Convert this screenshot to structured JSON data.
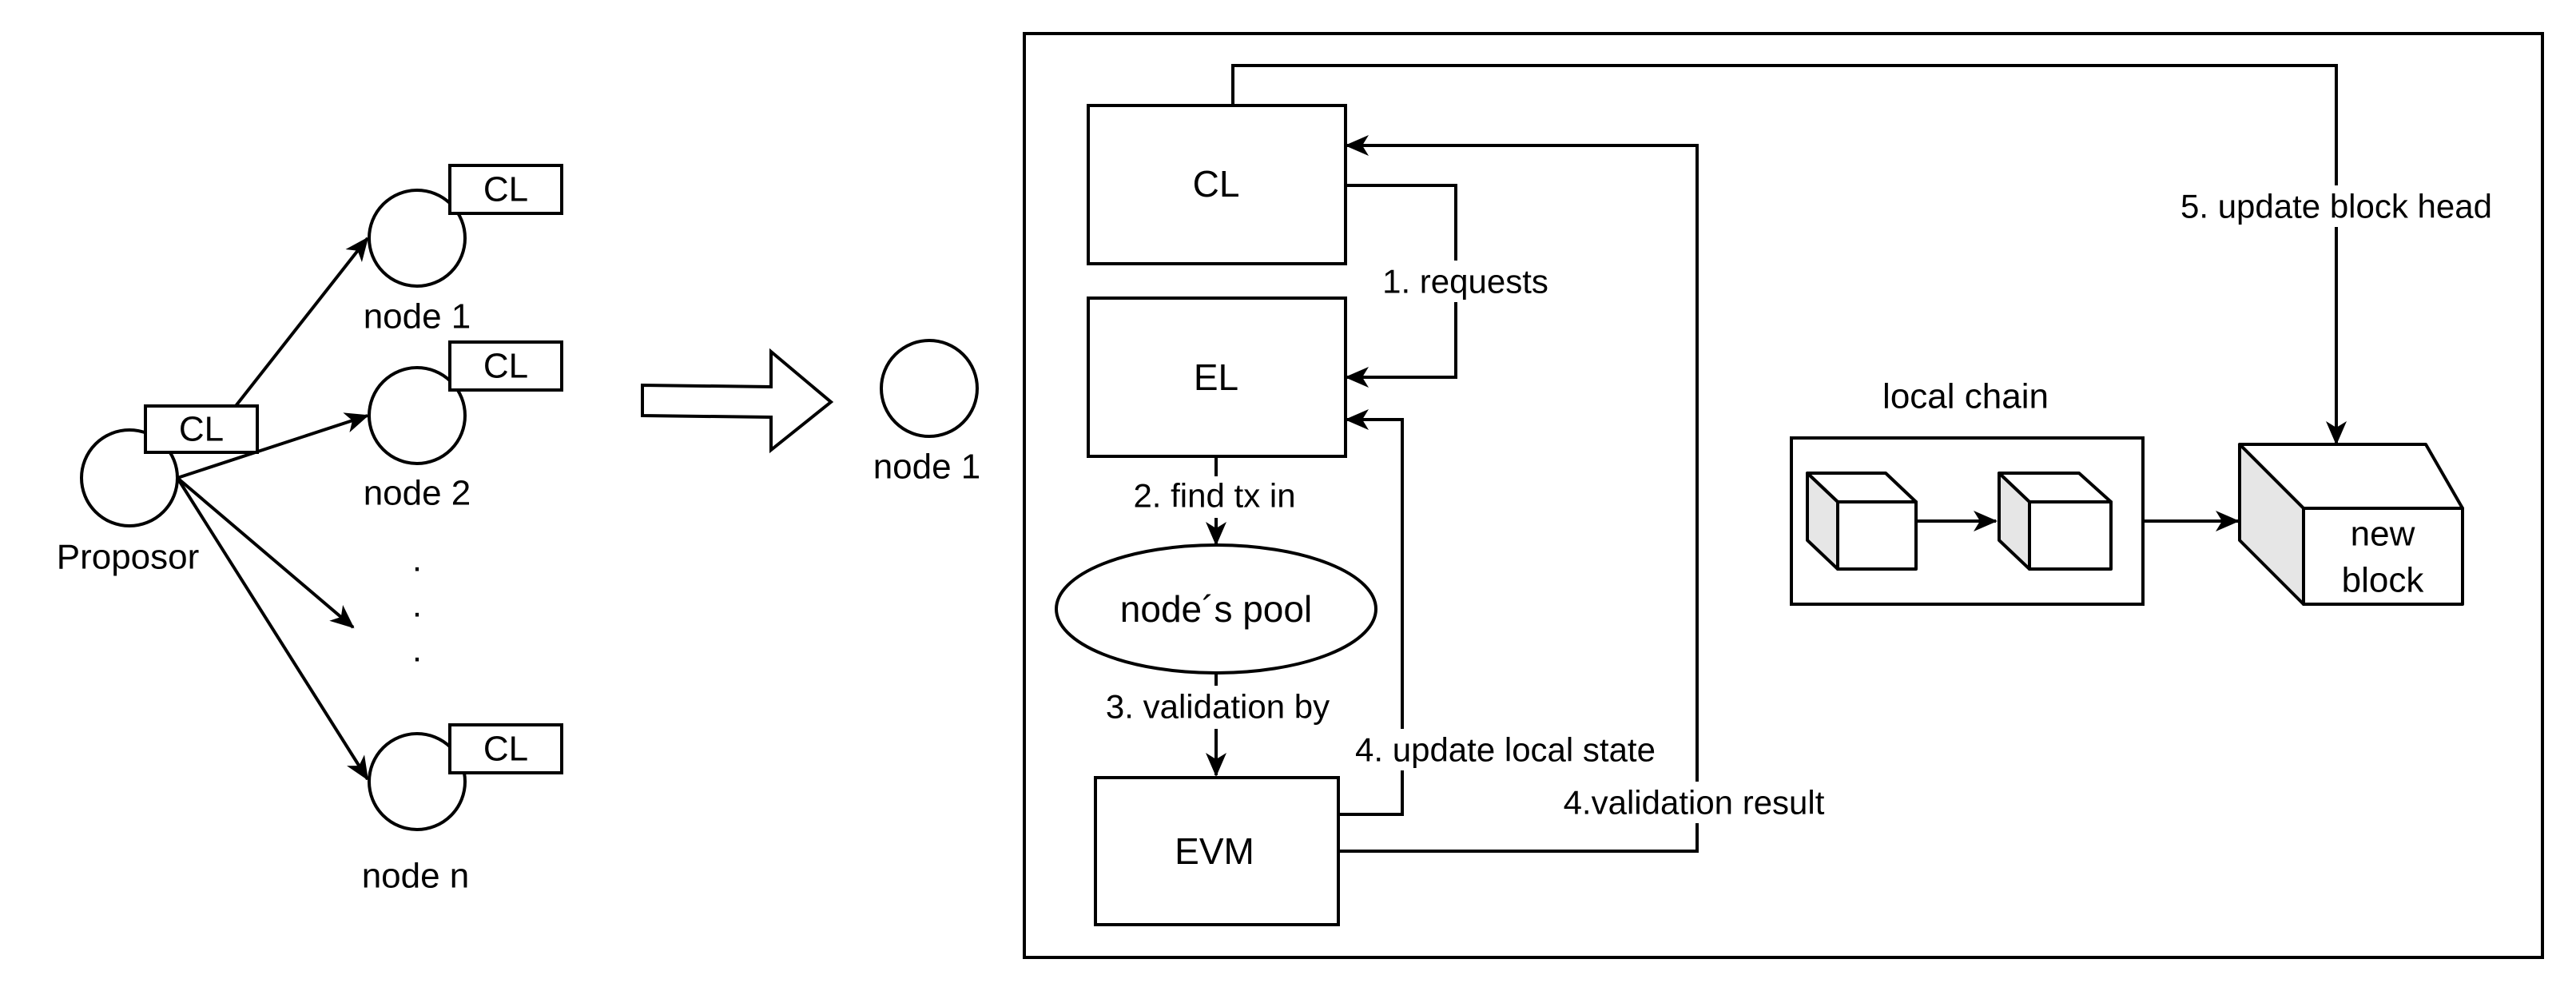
{
  "left": {
    "proposer": {
      "label": "Proposor",
      "cl_tag": "CL"
    },
    "nodes": [
      {
        "label": "node 1",
        "cl_tag": "CL"
      },
      {
        "label": "node 2",
        "cl_tag": "CL"
      },
      {
        "label": "node n",
        "cl_tag": "CL"
      }
    ],
    "ellipsis": ".",
    "focus_node_label": "node 1"
  },
  "panel": {
    "cl_box": "CL",
    "el_box": "EL",
    "pool": "node´s pool",
    "evm_box": "EVM",
    "local_chain_title": "local chain",
    "new_block_line1": "new",
    "new_block_line2": "block",
    "steps": {
      "requests": "1. requests",
      "find_tx": "2. find tx in",
      "validation_by": "3. validation by",
      "update_local_state": "4. update local state",
      "validation_result": "4.validation result",
      "update_block_head": "5. update block head"
    }
  }
}
